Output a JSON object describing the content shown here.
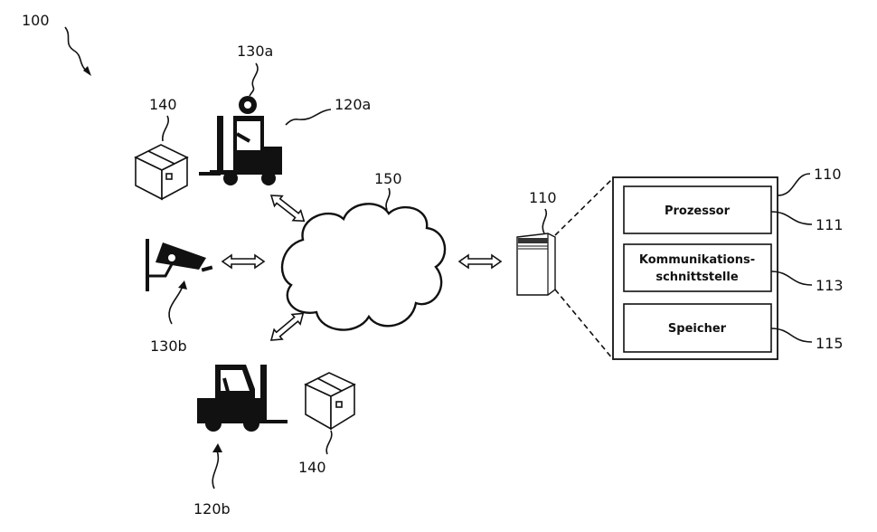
{
  "figure": {
    "system_ref": "100",
    "network_ref": "150",
    "server": {
      "ref": "110"
    },
    "server_detail": {
      "ref": "110",
      "components": [
        {
          "ref": "111",
          "label_lines": [
            "Prozessor"
          ]
        },
        {
          "ref": "113",
          "label_lines": [
            "Kommunikations-",
            "schnittstelle"
          ]
        },
        {
          "ref": "115",
          "label_lines": [
            "Speicher"
          ]
        }
      ]
    },
    "forklift_a": {
      "ref": "120a",
      "sensor_ref": "130a",
      "package_ref": "140"
    },
    "camera": {
      "ref": "130b"
    },
    "forklift_b": {
      "ref": "120b",
      "package_ref": "140"
    }
  }
}
